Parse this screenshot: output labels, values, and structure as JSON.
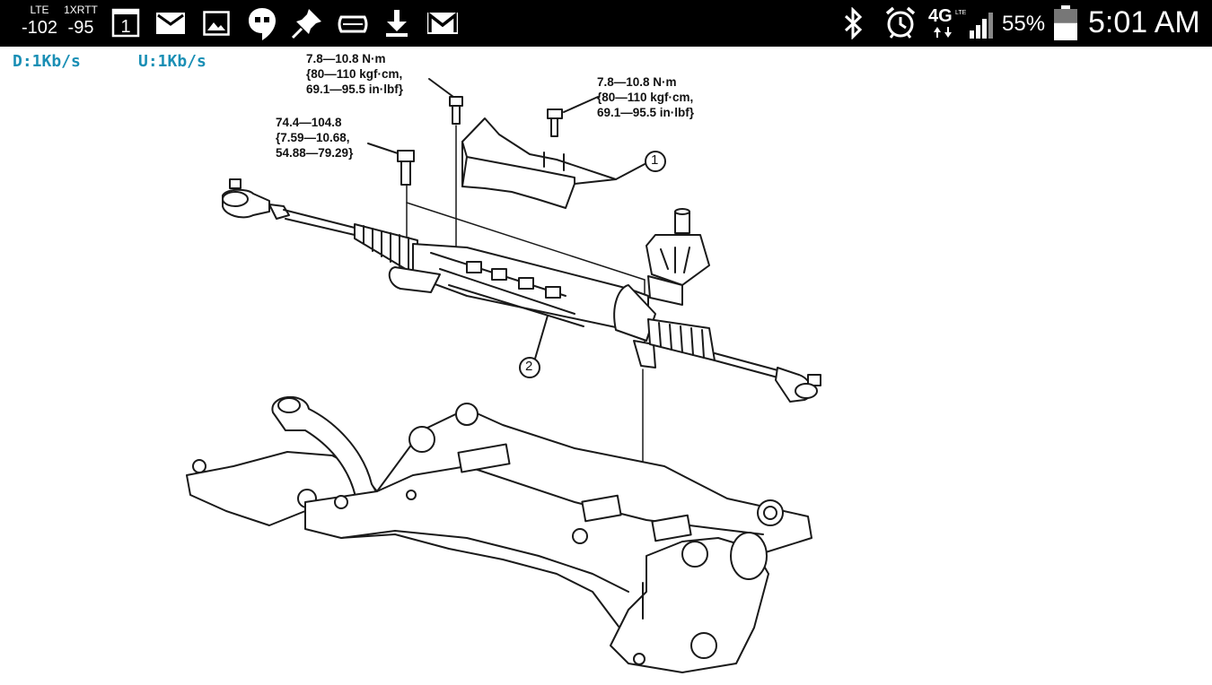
{
  "status_bar": {
    "signal1": {
      "network": "LTE",
      "value": "-102"
    },
    "signal2": {
      "network": "1XRTT",
      "value": "-95"
    },
    "calendar_day": "1",
    "notification_icons": [
      "calendar-icon",
      "mail-icon",
      "gallery-icon",
      "hangouts-icon",
      "pin-icon",
      "tag-icon",
      "download-icon",
      "gmail-icon"
    ],
    "right_icons": [
      "bluetooth-icon",
      "alarm-icon",
      "4g-lte-icon",
      "signal-bars-icon"
    ],
    "network_type": "4G",
    "battery_percent": "55%",
    "battery_level": 0.55,
    "time": "5:01 AM"
  },
  "net_speed": {
    "download": "D:1Kb/s",
    "upload": "U:1Kb/s"
  },
  "diagram": {
    "callouts": {
      "bolt_top_center": [
        "7.8—10.8 N·m",
        "{80—110 kgf·cm,",
        "69.1—95.5 in·lbf}"
      ],
      "bolt_top_right": [
        "7.8—10.8 N·m",
        "{80—110 kgf·cm,",
        "69.1—95.5 in·lbf}"
      ],
      "bolt_left": [
        "74.4—104.8",
        "{7.59—10.68,",
        "54.88—79.29}"
      ]
    },
    "part_numbers": [
      "1",
      "2"
    ]
  },
  "colors": {
    "status_bar_bg": "#000000",
    "net_speed_text": "#1a8fb5",
    "line_art": "#1a1a1a"
  }
}
